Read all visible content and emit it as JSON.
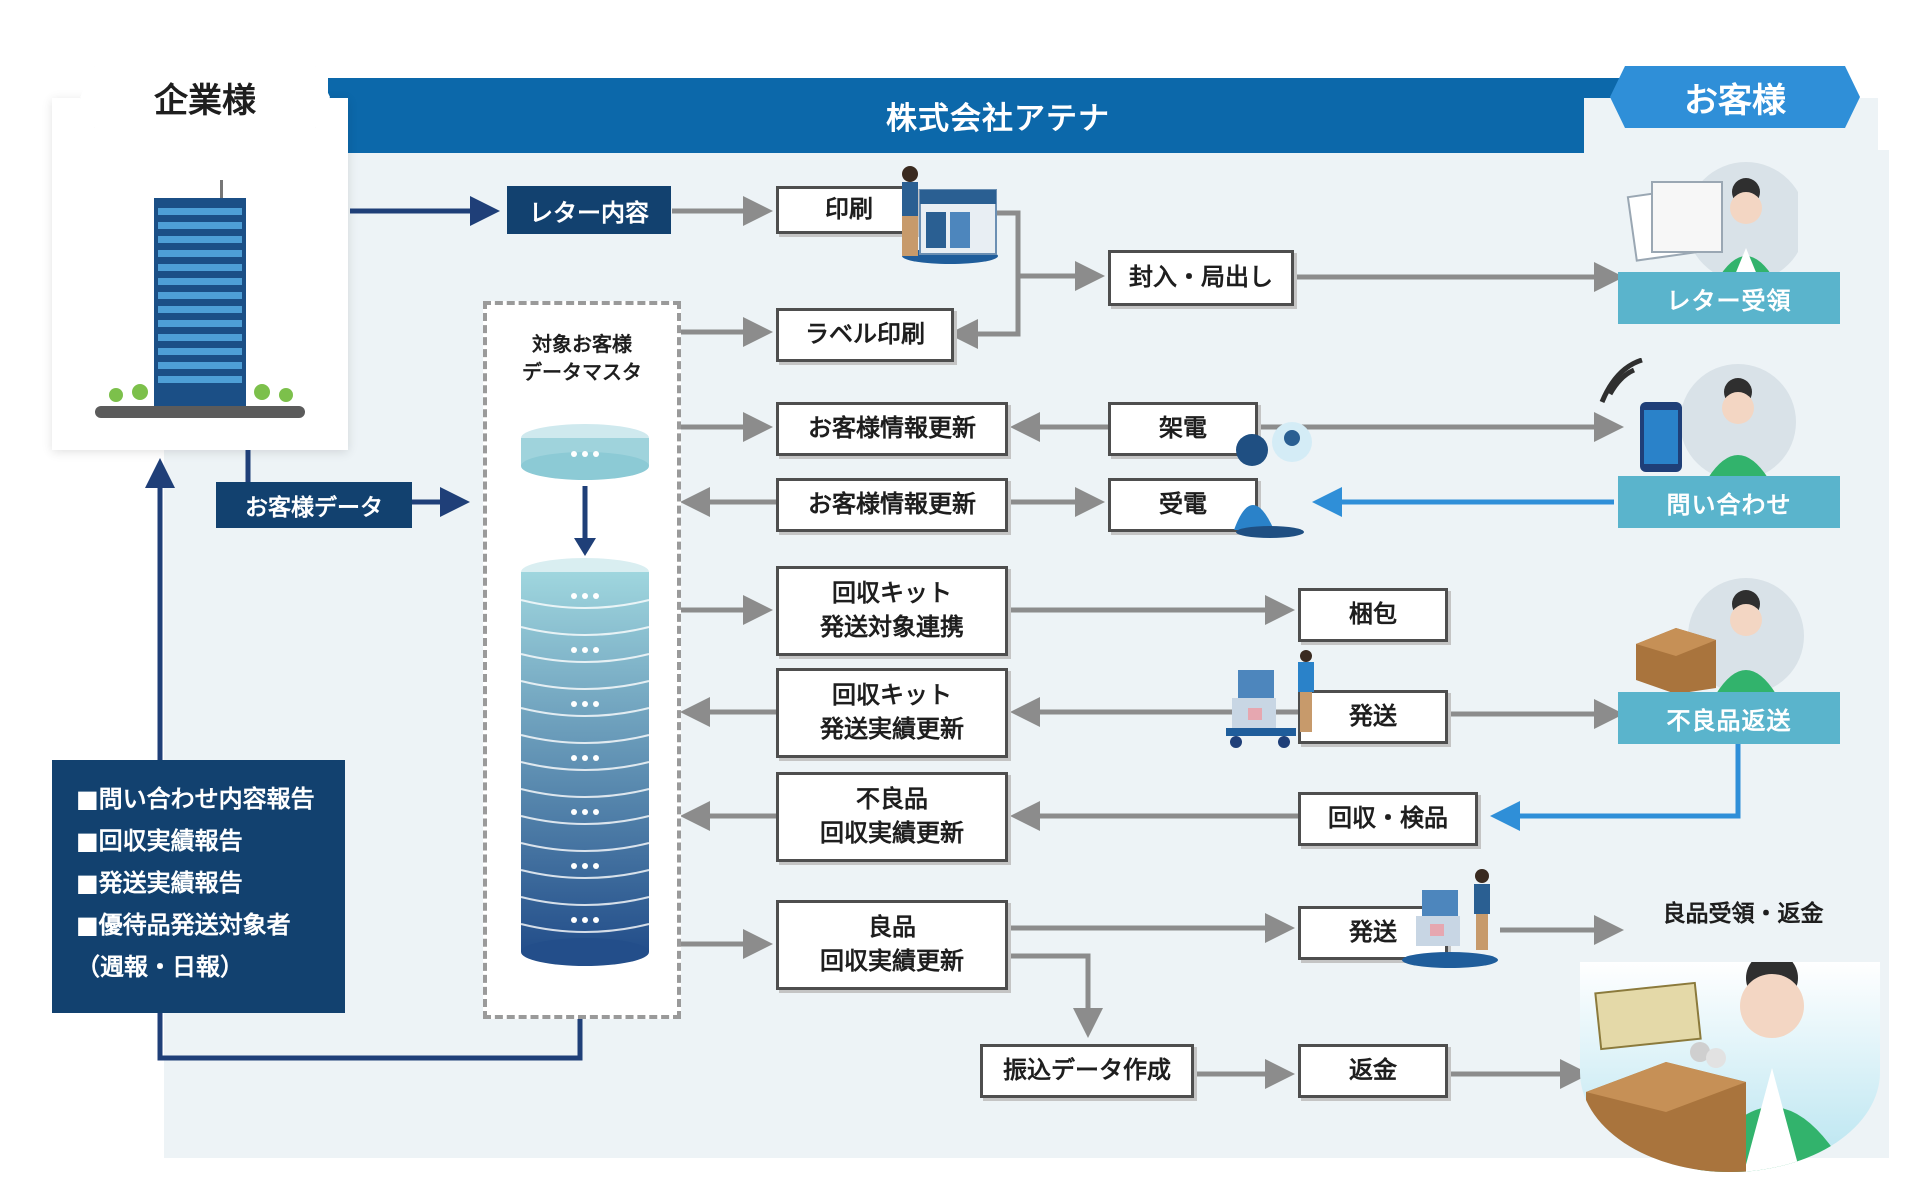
{
  "header": {
    "company_tag": "企業様",
    "center_banner": "株式会社アテナ",
    "customer_tag": "お客様"
  },
  "left": {
    "customer_data_label": "お客様データ",
    "report_items": [
      "■問い合わせ内容報告",
      "■回収実績報告",
      "■発送実績報告",
      "■優待品発送対象者"
    ],
    "report_note": "（週報・日報）"
  },
  "database": {
    "title": "対象お客様\nデータマスタ"
  },
  "process": {
    "letter_content": "レター内容",
    "print": "印刷",
    "label_print": "ラベル印刷",
    "enclose_dispatch": "封入・局出し",
    "info_update_1": "お客様情報更新",
    "info_update_2": "お客様情報更新",
    "call_out": "架電",
    "call_in": "受電",
    "kit_link": "回収キット\n発送対象連携",
    "kit_update": "回収キット\n発送実績更新",
    "packing": "梱包",
    "ship_1": "発送",
    "defect_update": "不良品\n回収実績更新",
    "collect_inspect": "回収・検品",
    "good_update": "良品\n回収実績更新",
    "ship_2": "発送",
    "transfer_data": "振込データ作成",
    "refund": "返金"
  },
  "customer": {
    "letter_receipt": "レター受領",
    "inquiry": "問い合わせ",
    "defect_return": "不良品返送",
    "good_receipt_refund": "良品受領・返金"
  },
  "colors": {
    "banner": "#0c68aa",
    "navy": "#12416f",
    "customer_label": "#5ab4cc",
    "customer_tag": "#2f8fd8",
    "panel": "#edf3f6",
    "arrow_gray": "#8c8c8c",
    "arrow_navy": "#1f3f78",
    "arrow_blue": "#2f8fd8"
  }
}
